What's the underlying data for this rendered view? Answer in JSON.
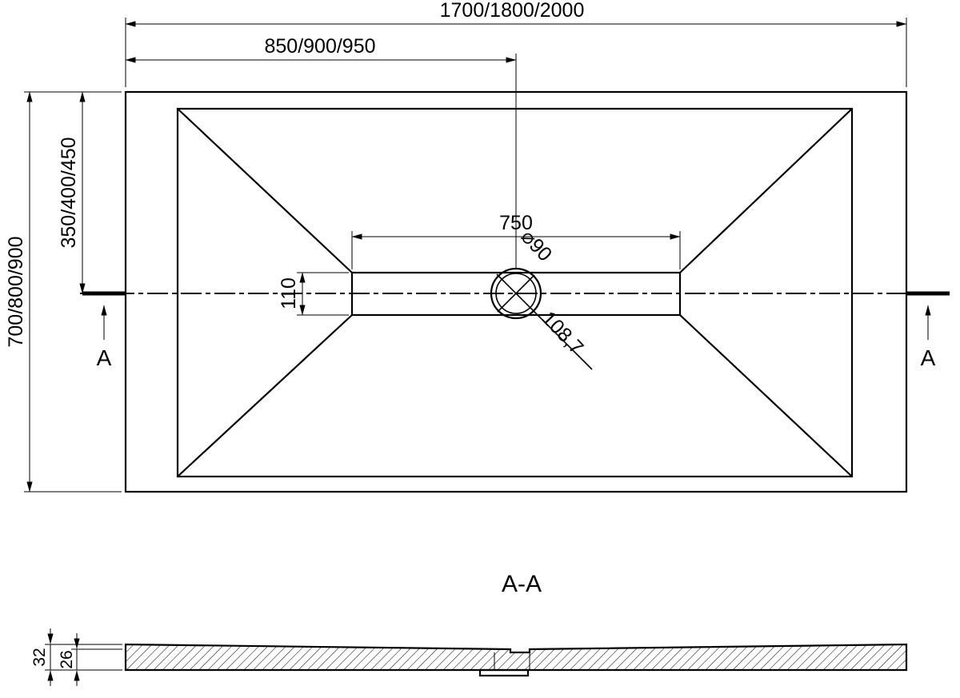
{
  "drawing": {
    "kind": "shower-tray technical drawing",
    "line_color": "#000000",
    "background_color": "#ffffff"
  },
  "top_view": {
    "dims": {
      "overall_width": "1700/1800/2000",
      "center_width": "850/900/950",
      "overall_depth": "700/800/900",
      "center_depth": "350/400/450",
      "channel_length": "750",
      "channel_width": "110",
      "drain_diameter": "⌀90",
      "drain_offset": "108,7"
    },
    "section_marks": {
      "left": "A",
      "right": "A"
    }
  },
  "section_view": {
    "title": "A-A",
    "dims": {
      "edge_thickness": "32",
      "center_thickness": "26"
    }
  }
}
